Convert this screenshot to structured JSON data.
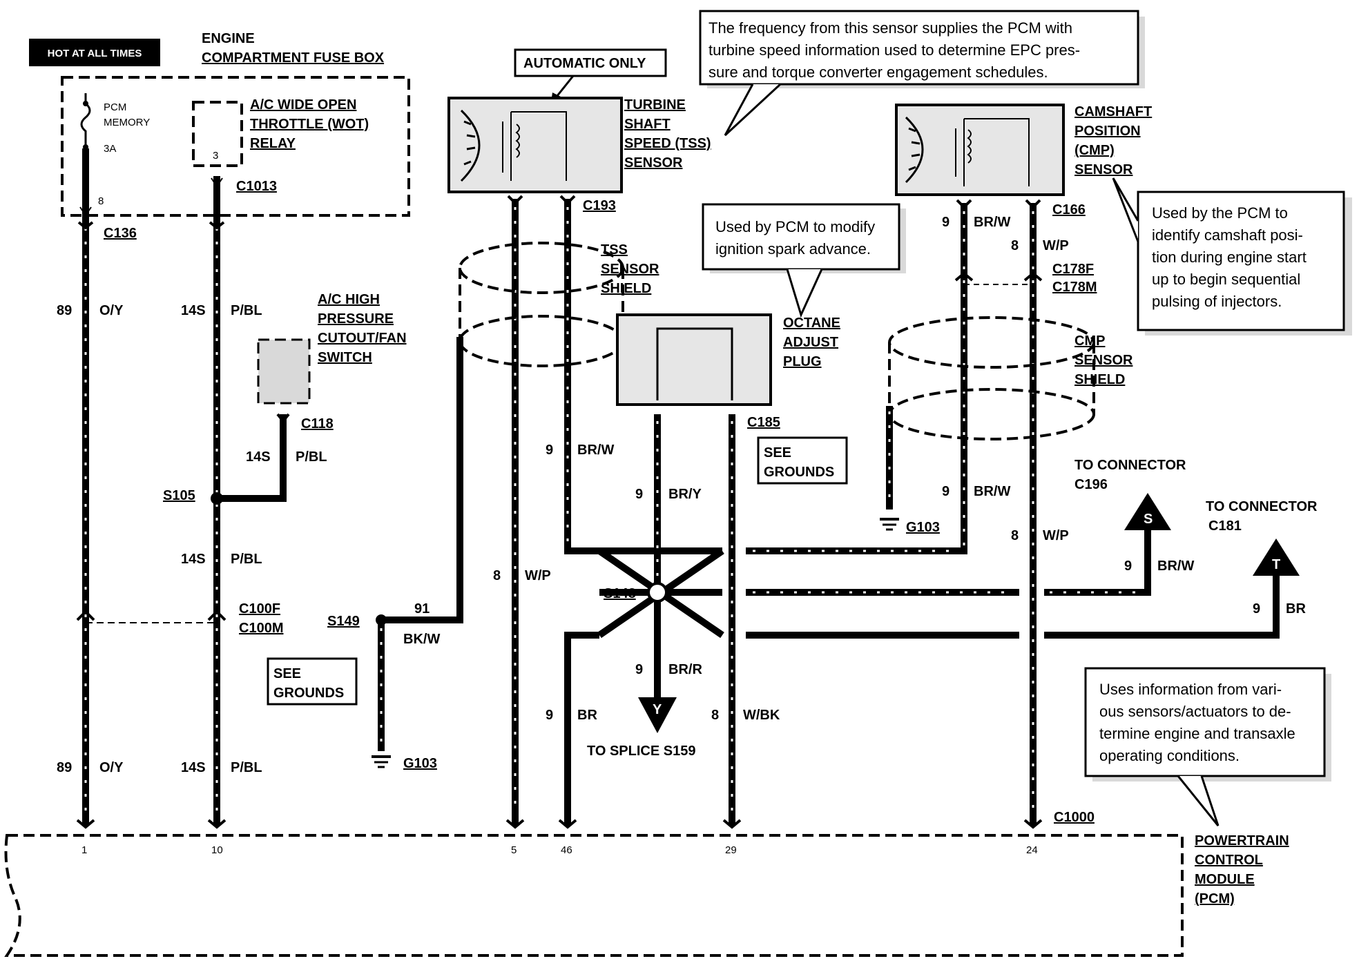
{
  "hot_badge": "HOT AT ALL TIMES",
  "fuse_box": {
    "title1": "ENGINE",
    "title2": "COMPARTMENT FUSE BOX",
    "fuse_l1": "PCM",
    "fuse_l2": "MEMORY",
    "fuse_amp": "3A",
    "pin": "8"
  },
  "wot_relay": {
    "l1": "A/C WIDE OPEN",
    "l2": "THROTTLE (WOT)",
    "l3": "RELAY",
    "pin": "3"
  },
  "connectors": {
    "c1013": "C1013",
    "c136": "C136",
    "c193": "C193",
    "c166": "C166",
    "c178f": "C178F",
    "c178m": "C178M",
    "c118": "C118",
    "c185": "C185",
    "c100f": "C100F",
    "c100m": "C100M",
    "c1000": "C1000"
  },
  "splices": {
    "s105": "S105",
    "s149": "S149",
    "s148": "S148"
  },
  "grounds": {
    "g103_left": "G103",
    "g103_right": "G103"
  },
  "wires": [
    {
      "id": "w89a",
      "circuit": "89",
      "color": "O/Y"
    },
    {
      "id": "w14a",
      "circuit": "14S",
      "color": "P/BL"
    },
    {
      "id": "w14b",
      "circuit": "14S",
      "color": "P/BL"
    },
    {
      "id": "w14c",
      "circuit": "14S",
      "color": "P/BL"
    },
    {
      "id": "w89b",
      "circuit": "89",
      "color": "O/Y"
    },
    {
      "id": "w14d",
      "circuit": "14S",
      "color": "P/BL"
    },
    {
      "id": "w91",
      "circuit": "91",
      "color": "BK/W"
    },
    {
      "id": "wtss9",
      "circuit": "9",
      "color": "BR/W"
    },
    {
      "id": "wtss8",
      "circuit": "8",
      "color": "W/P"
    },
    {
      "id": "woct9",
      "circuit": "9",
      "color": "BR/Y"
    },
    {
      "id": "wsp9",
      "circuit": "9",
      "color": "BR/R"
    },
    {
      "id": "wbr9",
      "circuit": "9",
      "color": "BR"
    },
    {
      "id": "wbk8",
      "circuit": "8",
      "color": "W/BK"
    },
    {
      "id": "wcmp9a",
      "circuit": "9",
      "color": "BR/W"
    },
    {
      "id": "wcmp8a",
      "circuit": "8",
      "color": "W/P"
    },
    {
      "id": "wcmp9b",
      "circuit": "9",
      "color": "BR/W"
    },
    {
      "id": "wcmp8b",
      "circuit": "8",
      "color": "W/P"
    },
    {
      "id": "wc196",
      "circuit": "9",
      "color": "BR/W"
    },
    {
      "id": "wc181",
      "circuit": "9",
      "color": "BR"
    }
  ],
  "components": {
    "automatic_only": "AUTOMATIC ONLY",
    "tss": {
      "l1": "TURBINE",
      "l2": "SHAFT",
      "l3": "SPEED (TSS)",
      "l4": "SENSOR"
    },
    "tss_shield": {
      "l1": "TSS",
      "l2": "SENSOR",
      "l3": "SHIELD"
    },
    "cmp": {
      "l1": "CAMSHAFT",
      "l2": "POSITION",
      "l3": "(CMP)",
      "l4": "SENSOR"
    },
    "cmp_shield": {
      "l1": "CMP",
      "l2": "SENSOR",
      "l3": "SHIELD"
    },
    "ac_switch": {
      "l1": "A/C HIGH",
      "l2": "PRESSURE",
      "l3": "CUTOUT/FAN",
      "l4": "SWITCH"
    },
    "octane": {
      "l1": "OCTANE",
      "l2": "ADJUST",
      "l3": "PLUG"
    },
    "see_grounds_1": {
      "l1": "SEE",
      "l2": "GROUNDS"
    },
    "see_grounds_2": {
      "l1": "SEE",
      "l2": "GROUNDS"
    },
    "to_c196": {
      "l1": "TO CONNECTOR",
      "l2": "C196",
      "letter": "S"
    },
    "to_c181": {
      "l1": "TO CONNECTOR",
      "l2": "C181",
      "letter": "T"
    },
    "to_s159": {
      "label": "TO SPLICE S159",
      "letter": "Y"
    },
    "pcm": {
      "l1": "POWERTRAIN",
      "l2": "CONTROL",
      "l3": "MODULE",
      "l4": "(PCM)"
    }
  },
  "pcm_pins": [
    "1",
    "10",
    "5",
    "46",
    "29",
    "24"
  ],
  "notes": {
    "tss_note": [
      "The frequency from this sensor supplies the PCM with",
      "turbine speed information used to determine EPC pres-",
      "sure and torque converter engagement schedules."
    ],
    "octane_note": [
      "Used by PCM to modify",
      "ignition spark advance."
    ],
    "cmp_note": [
      "Used by the PCM to",
      "identify camshaft posi-",
      "tion during engine start",
      "up to begin sequential",
      "pulsing of injectors."
    ],
    "pcm_note": [
      "Uses information from vari-",
      "ous sensors/actuators to de-",
      "termine engine and transaxle",
      "operating conditions."
    ]
  }
}
